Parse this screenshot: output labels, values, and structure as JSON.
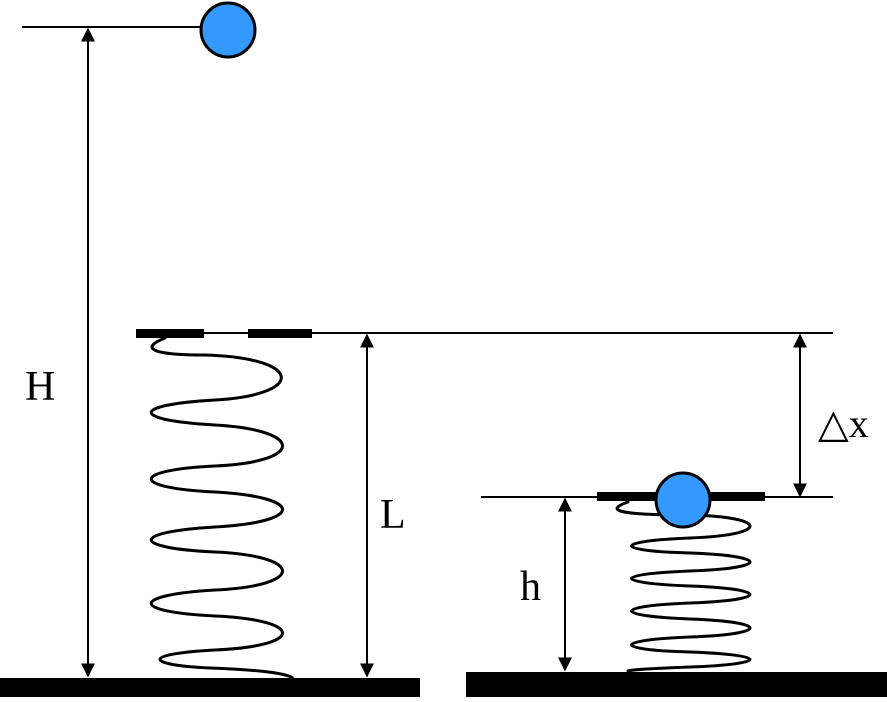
{
  "labels": {
    "H": "H",
    "L": "L",
    "dx": "△x",
    "h": "h"
  },
  "colors": {
    "ball_fill": "#3399ff",
    "line": "#000000",
    "background": "#ffffff"
  }
}
